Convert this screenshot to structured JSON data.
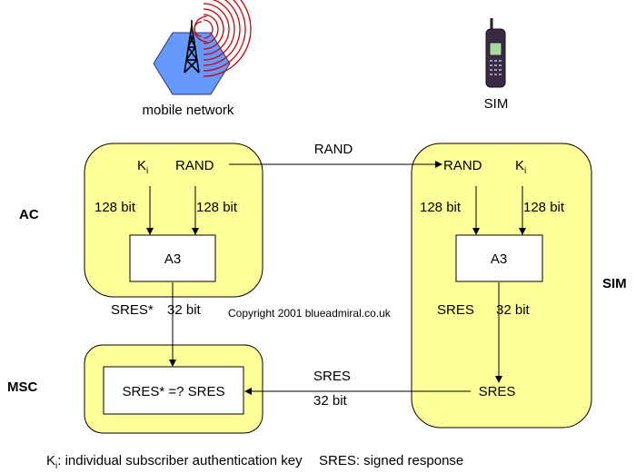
{
  "network": {
    "label": "mobile network"
  },
  "phone": {
    "label": "SIM"
  },
  "side_labels": {
    "ac": "AC",
    "msc": "MSC",
    "sim": "SIM"
  },
  "ac_box": {
    "ki_main": "K",
    "ki_sub": "i",
    "rand": "RAND",
    "bits_left": "128 bit",
    "bits_right": "128 bit",
    "algorithm": "A3"
  },
  "sim_box": {
    "rand": "RAND",
    "ki_main": "K",
    "ki_sub": "i",
    "bits_left": "128 bit",
    "bits_right": "128 bit",
    "algorithm": "A3",
    "sres": "SRES",
    "sres_bits": "32 bit",
    "sres_out": "SRES"
  },
  "arrows": {
    "rand_label": "RAND",
    "sres_label": "SRES",
    "sres_bits": "32 bit"
  },
  "ac_output": {
    "sres_star": "SRES*",
    "bits": "32 bit"
  },
  "msc_box": {
    "compare": "SRES* =? SRES"
  },
  "copyright": "Copyright 2001 blueadmiral.co.uk",
  "legend": {
    "ki_main": "K",
    "ki_sub": "i",
    "ki_desc": ": individual subscriber authentication key",
    "sres_desc": "SRES: signed response"
  },
  "colors": {
    "panel_fill": "#ffff99",
    "hexagon_fill": "#6699ff",
    "wave_color": "#cc0000"
  }
}
